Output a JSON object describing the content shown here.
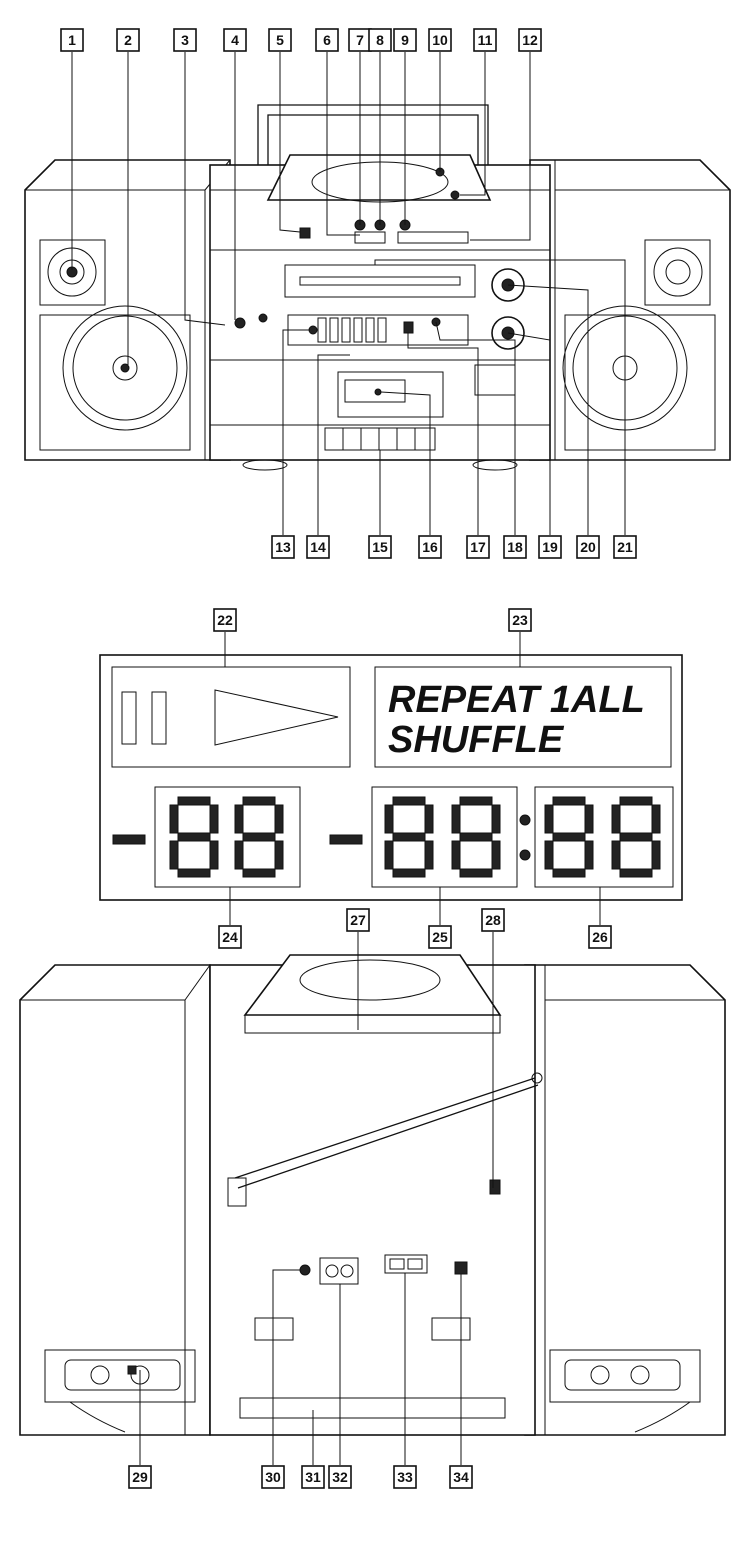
{
  "callouts": [
    "1",
    "2",
    "3",
    "4",
    "5",
    "6",
    "7",
    "8",
    "9",
    "10",
    "11",
    "12",
    "13",
    "14",
    "15",
    "16",
    "17",
    "18",
    "19",
    "20",
    "21",
    "22",
    "23",
    "24",
    "25",
    "26",
    "27",
    "28",
    "29",
    "30",
    "31",
    "32",
    "33",
    "34"
  ],
  "display": {
    "line1": "REPEAT 1ALL",
    "line2": "SHUFFLE"
  }
}
